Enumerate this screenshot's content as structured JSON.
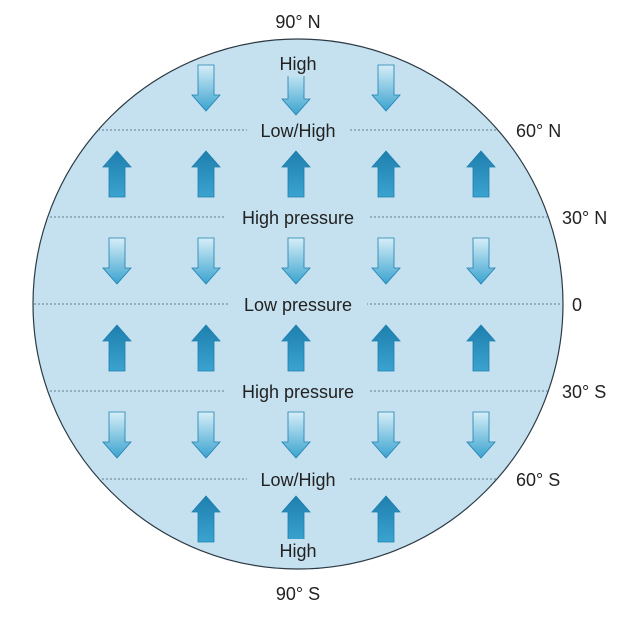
{
  "colors": {
    "globe_fill": "#c5e1ef",
    "globe_stroke": "#2b3a44",
    "arrow_dark": "#1e7fae",
    "arrow_mid": "#3ba3cf",
    "arrow_light": "#d6eef8"
  },
  "labels": {
    "pole_north": "90° N",
    "pole_south": "90° S",
    "high_north": "High",
    "low_high_north": "Low/High",
    "high_pressure_north": "High pressure",
    "low_pressure": "Low pressure",
    "high_pressure_south": "High pressure",
    "low_high_south": "Low/High",
    "high_south": "High"
  },
  "latitudes": {
    "n60": "60° N",
    "n30": "30° N",
    "equator": "0",
    "s30": "30° S",
    "s60": "60° S"
  },
  "arrow_bands": [
    {
      "band": "north-polar",
      "direction": "down",
      "count": 3
    },
    {
      "band": "north-ferrel",
      "direction": "up",
      "count": 5
    },
    {
      "band": "north-hadley",
      "direction": "down",
      "count": 5
    },
    {
      "band": "south-hadley",
      "direction": "up",
      "count": 5
    },
    {
      "band": "south-ferrel",
      "direction": "down",
      "count": 5
    },
    {
      "band": "south-polar",
      "direction": "up",
      "count": 3
    }
  ],
  "icons": {
    "up_arrow": "up-arrow-icon",
    "down_arrow": "down-arrow-icon"
  }
}
